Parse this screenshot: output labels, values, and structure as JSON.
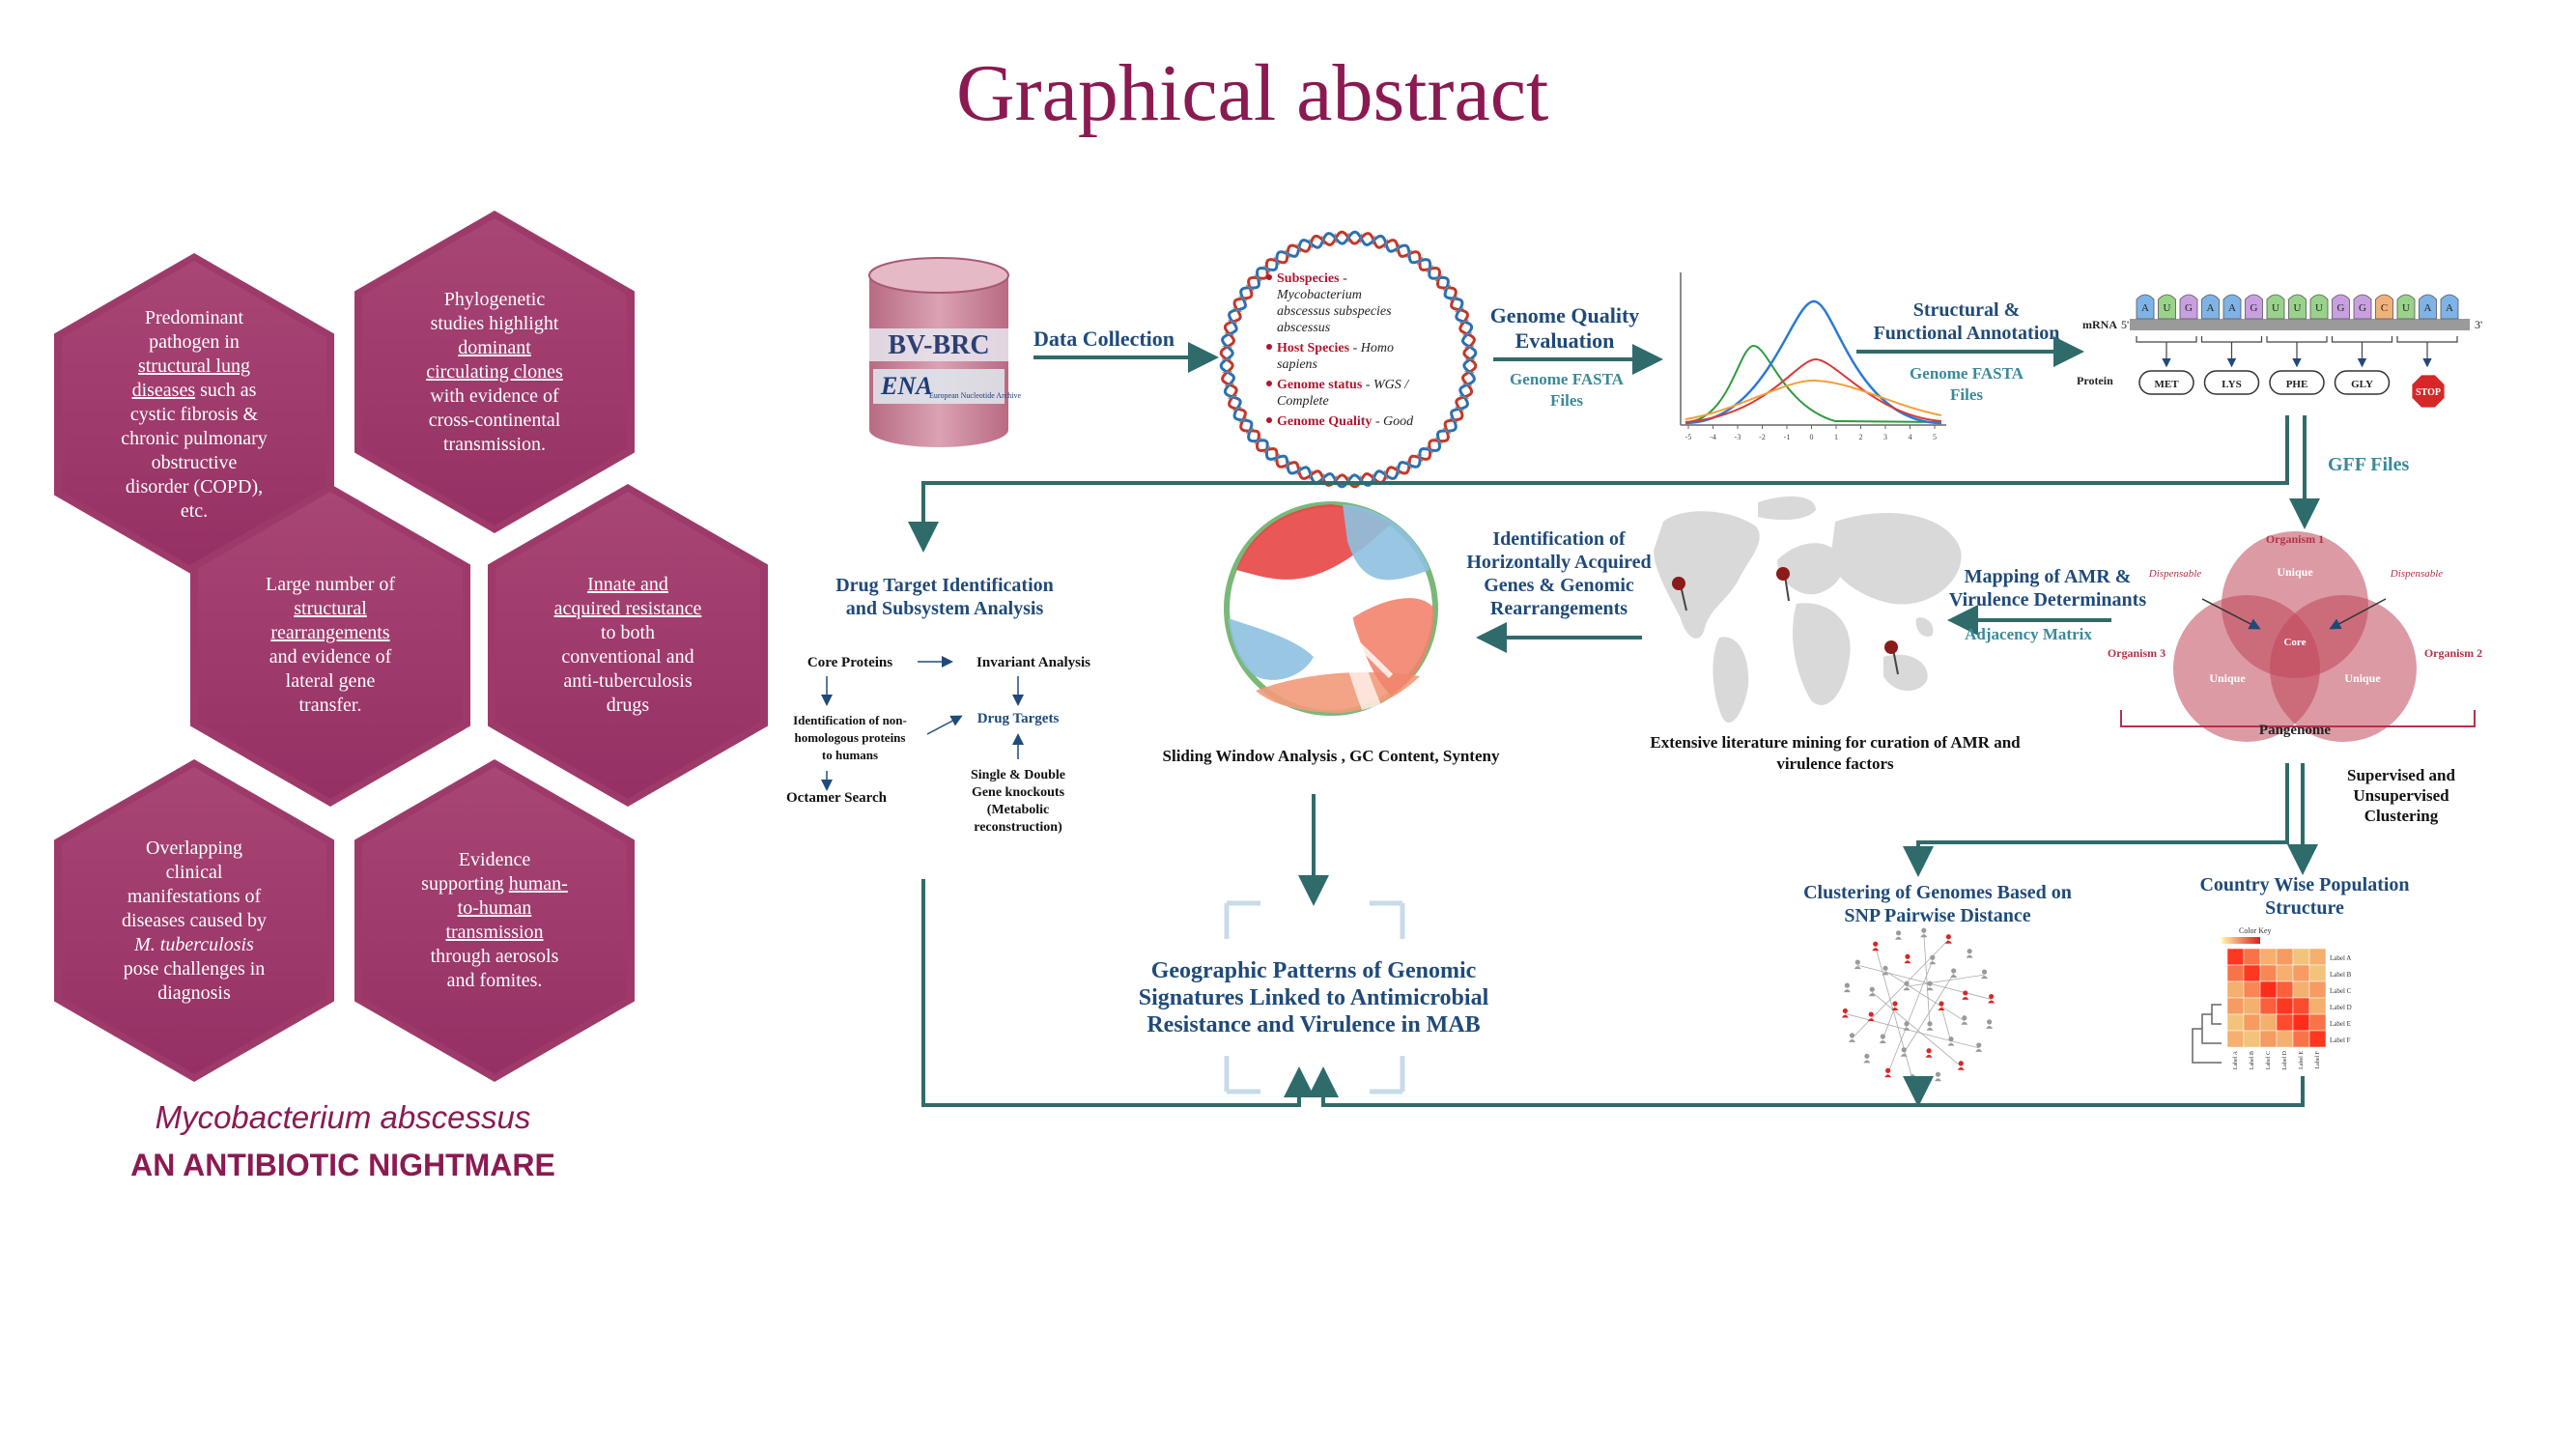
{
  "title": "Graphical abstract",
  "hexagons": [
    {
      "lines": [
        [
          "Predominant"
        ],
        [
          "pathogen in"
        ],
        [
          {
            "t": "structural lung",
            "u": true
          }
        ],
        [
          {
            "t": "diseases",
            "u": true
          },
          " such as"
        ],
        [
          "cystic fibrosis &"
        ],
        [
          "chronic pulmonary"
        ],
        [
          "obstructive"
        ],
        [
          "disorder (COPD),"
        ],
        [
          "etc."
        ]
      ]
    },
    {
      "lines": [
        [
          "Phylogenetic"
        ],
        [
          "studies highlight"
        ],
        [
          {
            "t": "dominant",
            "u": true
          }
        ],
        [
          {
            "t": "circulating clones",
            "u": true
          }
        ],
        [
          "with evidence of"
        ],
        [
          "cross-continental"
        ],
        [
          "transmission."
        ]
      ]
    },
    {
      "lines": [
        [
          "Large number of"
        ],
        [
          {
            "t": "structural",
            "u": true
          }
        ],
        [
          {
            "t": "rearrangements",
            "u": true
          }
        ],
        [
          "and evidence of"
        ],
        [
          "lateral gene"
        ],
        [
          "transfer."
        ]
      ]
    },
    {
      "lines": [
        [
          {
            "t": "Innate and",
            "u": true
          }
        ],
        [
          {
            "t": "acquired resistance",
            "u": true
          }
        ],
        [
          "to both"
        ],
        [
          "conventional and"
        ],
        [
          "anti-tuberculosis"
        ],
        [
          "drugs"
        ]
      ]
    },
    {
      "lines": [
        [
          "Overlapping"
        ],
        [
          "clinical"
        ],
        [
          "manifestations of"
        ],
        [
          "diseases caused by"
        ],
        [
          {
            "t": "M. tuberculosis",
            "i": true
          }
        ],
        [
          "pose challenges in"
        ],
        [
          "diagnosis"
        ]
      ]
    },
    {
      "lines": [
        [
          "Evidence"
        ],
        [
          "supporting ",
          {
            "t": "human-",
            "u": true
          }
        ],
        [
          {
            "t": "to-human",
            "u": true
          }
        ],
        [
          {
            "t": "transmission",
            "u": true
          }
        ],
        [
          "through aerosols"
        ],
        [
          "and fomites."
        ]
      ]
    }
  ],
  "organism": "Mycobacterium abscessus",
  "tagline": "AN ANTIBIOTIC NIGHTMARE",
  "db": {
    "bvbrc": "BV-BRC",
    "ena": "ENA",
    "ena_sub": "European Nucleotide Archive"
  },
  "steps": {
    "data_collection": "Data Collection",
    "genome_quality": [
      "Genome Quality",
      "Evaluation"
    ],
    "genome_fasta_1": [
      "Genome FASTA",
      "Files"
    ],
    "annotation": [
      "Structural &",
      "Functional Annotation"
    ],
    "genome_fasta_2": [
      "Genome FASTA",
      "Files"
    ],
    "gff": "GFF Files",
    "mapping": [
      "Mapping of AMR &",
      "Virulence Determinants"
    ],
    "adjacency": "Adjacency Matrix",
    "hgt": [
      "Identification of",
      "Horizontally Acquired",
      "Genes & Genomic",
      "Rearrangements"
    ],
    "literature": [
      "Extensive literature mining for curation of AMR and",
      "virulence factors"
    ],
    "sliding": "Sliding Window Analysis , GC Content, Synteny",
    "drug_target": [
      "Drug Target Identification",
      "and Subsystem Analysis"
    ],
    "supervised": [
      "Supervised and",
      "Unsupervised",
      "Clustering"
    ],
    "clustering": [
      "Clustering of Genomes Based on",
      "SNP Pairwise Distance"
    ],
    "country": [
      "Country Wise Population",
      "Structure"
    ],
    "geo": [
      "Geographic Patterns of Genomic",
      "Signatures Linked to Antimicrobial",
      "Resistance and Virulence in MAB"
    ]
  },
  "metadata_box": [
    {
      "k": "Subspecies",
      "v": [
        " - ",
        "Mycobacterium",
        "abscessus subspecies",
        "abscessus"
      ]
    },
    {
      "k": "Host Species",
      "v": [
        " - Homo",
        "sapiens"
      ]
    },
    {
      "k": "Genome status",
      "v": [
        " - WGS /",
        "Complete"
      ]
    },
    {
      "k": "Genome Quality",
      "v": [
        " - Good"
      ]
    }
  ],
  "drug_flow": {
    "core": "Core Proteins",
    "invariant": "Invariant Analysis",
    "nonhom": [
      "Identification of non-",
      "homologous proteins",
      "to humans"
    ],
    "targets": "Drug Targets",
    "octamer": "Octamer Search",
    "knockouts": [
      "Single & Double",
      "Gene knockouts",
      "(Metabolic",
      "reconstruction)"
    ]
  },
  "translation": {
    "mrna": "mRNA",
    "five": "5'",
    "three": "3'",
    "bases": [
      "A",
      "U",
      "G",
      "A",
      "A",
      "G",
      "U",
      "U",
      "U",
      "G",
      "G",
      "C",
      "U",
      "A",
      "A"
    ],
    "protein": "Protein",
    "aa": [
      "MET",
      "LYS",
      "PHE",
      "GLY"
    ],
    "stop": "STOP"
  },
  "venn": {
    "org1": "Organism 1",
    "org2": "Organism 2",
    "org3": "Organism 3",
    "unique": "Unique",
    "core": "Core",
    "dispensable": "Dispensable",
    "pangenome": "Pangenome"
  },
  "axis_ticks": [
    "-5",
    "-4",
    "-3",
    "-2",
    "-1",
    "0",
    "1",
    "2",
    "3",
    "4",
    "5"
  ],
  "heatmap_labels": [
    "Label A",
    "Label B",
    "Label C",
    "Label D",
    "Label E",
    "Label F"
  ],
  "color_key": "Color Key",
  "colors": {
    "accent": "#8b1a52",
    "hex": "#9e3a6a",
    "arrow": "#2f6b6b",
    "label": "#1f4a7a"
  }
}
